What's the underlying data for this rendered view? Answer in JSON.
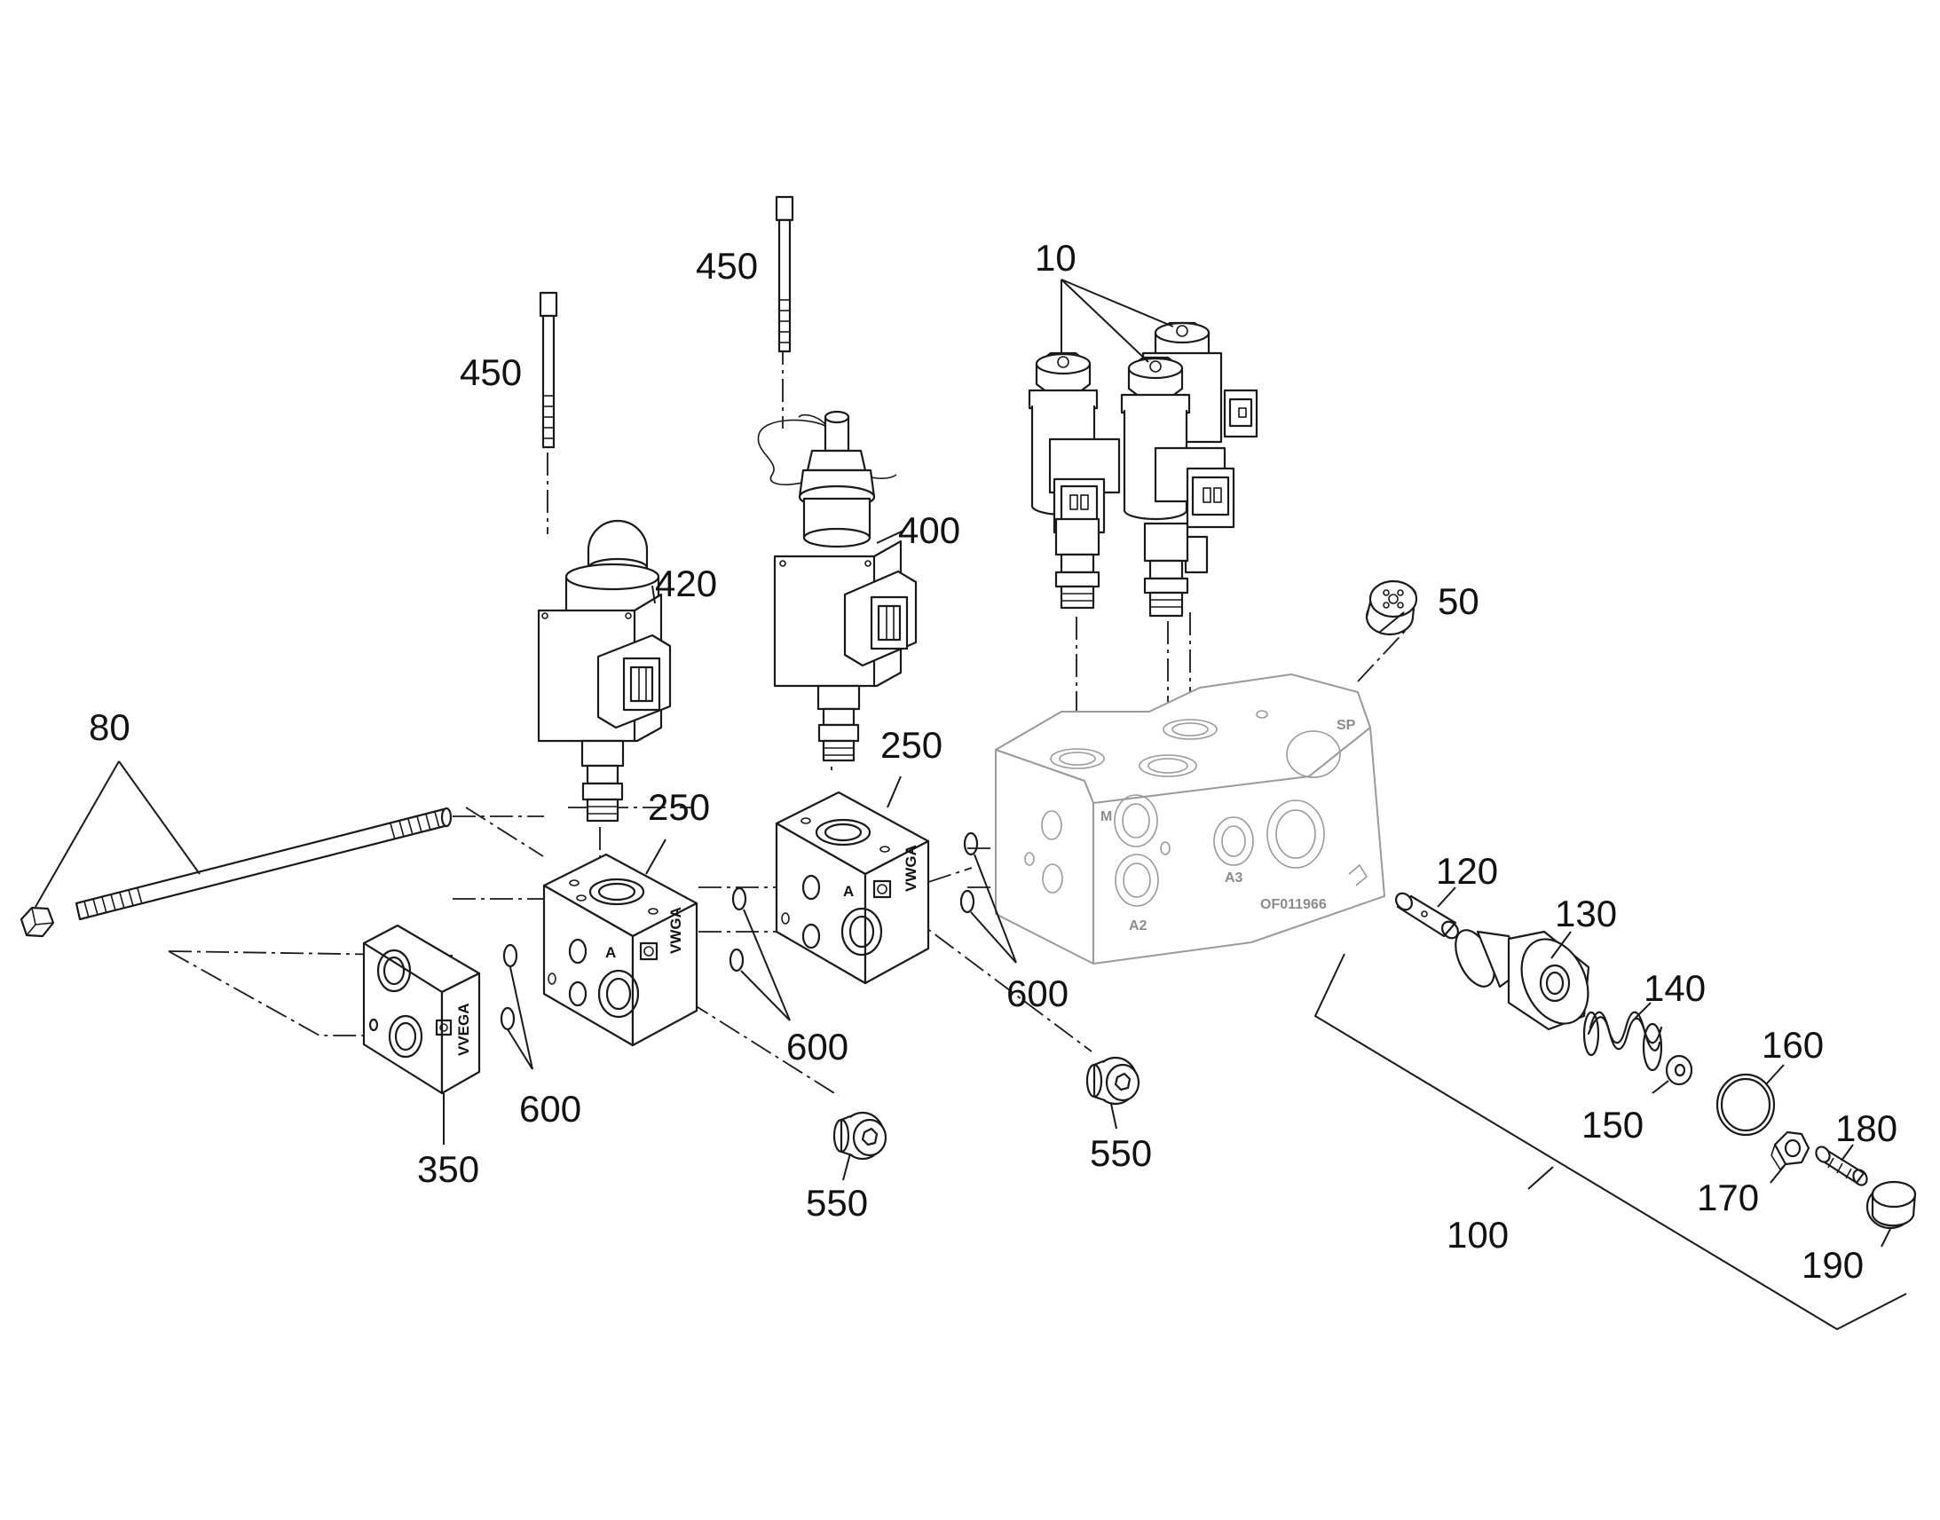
{
  "labels": {
    "p10": "10",
    "p50": "50",
    "p80": "80",
    "p100": "100",
    "p120": "120",
    "p130": "130",
    "p140": "140",
    "p150": "150",
    "p160": "160",
    "p170": "170",
    "p180": "180",
    "p190": "190",
    "p250a": "250",
    "p250b": "250",
    "p350": "350",
    "p400": "400",
    "p420": "420",
    "p450a": "450",
    "p450b": "450",
    "p550a": "550",
    "p550b": "550",
    "p600a": "600",
    "p600b": "600",
    "p600c": "600"
  },
  "block_markings": {
    "port_a": "A",
    "vwga_brand": "VWGA",
    "vvega_brand": "VVEGA",
    "main_m": "M",
    "main_a2": "A2",
    "main_a3": "A3",
    "main_sp": "SP",
    "main_code": "OF011966"
  }
}
